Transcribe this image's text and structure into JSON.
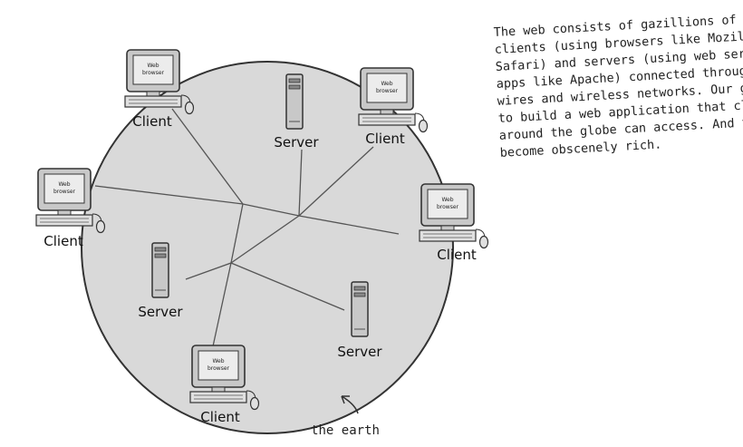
{
  "diagram": {
    "client_label": "Client",
    "server_label": "Server",
    "screen_text": [
      "Web",
      "browser"
    ],
    "earth_caption": "the earth",
    "annotation_lines": [
      "The web consists of gazillions of",
      "clients (using browsers like Mozilla or",
      "Safari) and servers (using web server",
      "apps like Apache) connected through",
      "wires and wireless networks. Our goal is",
      "to build a web application that clients",
      "around the globe can access. And to",
      "become obscenely rich."
    ],
    "colors": {
      "earth_fill": "#d9d9d9",
      "outline": "#333333",
      "device_fill": "#c8c8c8",
      "screen_fill": "#ececec"
    }
  }
}
